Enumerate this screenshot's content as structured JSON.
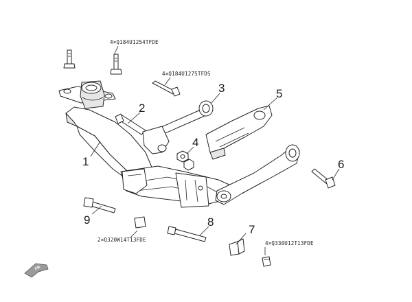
{
  "callouts": [
    {
      "id": "1",
      "label": "1"
    },
    {
      "id": "2",
      "label": "2"
    },
    {
      "id": "3",
      "label": "3"
    },
    {
      "id": "4",
      "label": "4"
    },
    {
      "id": "5",
      "label": "5"
    },
    {
      "id": "6",
      "label": "6"
    },
    {
      "id": "7",
      "label": "7"
    },
    {
      "id": "8",
      "label": "8"
    },
    {
      "id": "9",
      "label": "9"
    }
  ],
  "specs": {
    "top_bolts": "4×Q184U1254TFDE",
    "upper_bolt": "4×Q184U1275TFDS",
    "bottom_nut": "2×Q320W14T13FDE",
    "bottom_right_nut": "4×Q330U12T13FDE"
  },
  "direction_marker": {
    "label": "FR",
    "icon": "front-arrow-icon"
  }
}
